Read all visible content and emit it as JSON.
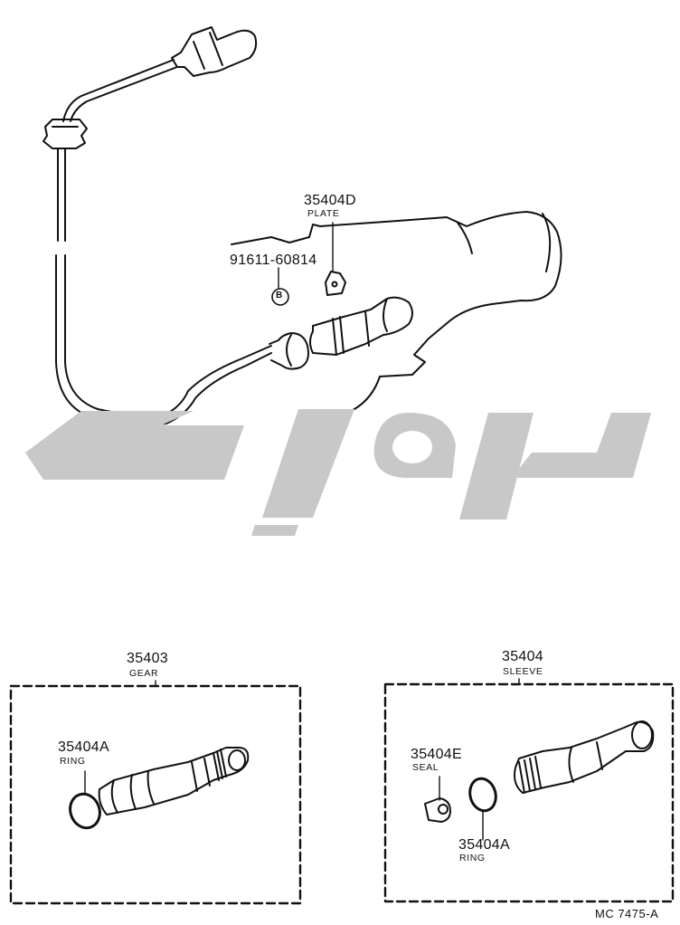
{
  "labels": {
    "plate": {
      "part_no": "35404D",
      "name": "PLATE"
    },
    "bolt": {
      "part_no": "91611-60814"
    },
    "bolt_marker": "B",
    "gear": {
      "part_no": "35403",
      "name": "GEAR"
    },
    "gear_ring": {
      "part_no": "35404A",
      "name": "RING"
    },
    "sleeve": {
      "part_no": "35404",
      "name": "SLEEVE"
    },
    "seal": {
      "part_no": "35404E",
      "name": "SEAL"
    },
    "sleeve_ring": {
      "part_no": "35404A",
      "name": "RING"
    }
  },
  "watermark": {
    "color": "#c8c8c8"
  },
  "caption": "MC 7475-A",
  "colors": {
    "line": "#111111",
    "background": "#ffffff"
  }
}
